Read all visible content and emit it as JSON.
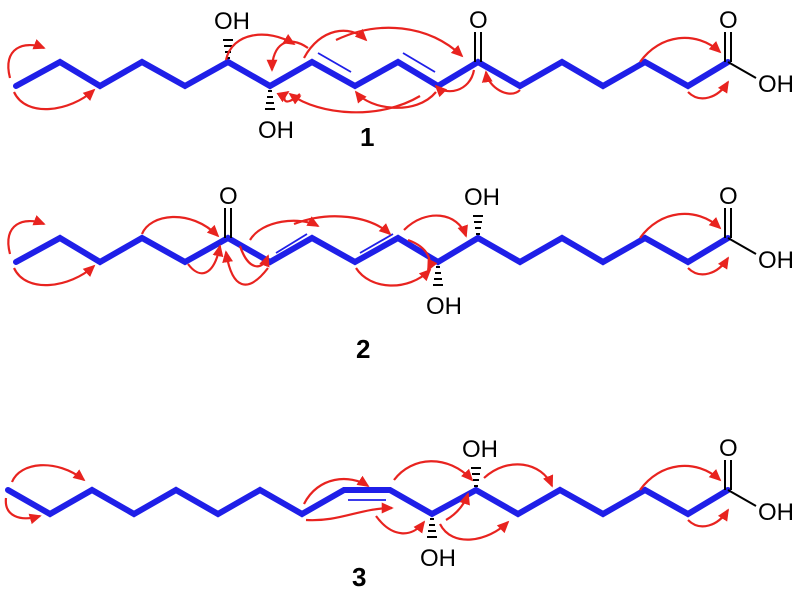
{
  "colors": {
    "backbone": "#1f1fe8",
    "correlation_arrow": "#e8231f",
    "bond_line": "#000000",
    "background": "#ffffff"
  },
  "compounds": [
    {
      "number": "1",
      "labels": {
        "hydroxyl_top": "OH",
        "hydroxyl_bottom": "OH",
        "ketone_oxygen": "O",
        "acid_carbonyl_oxygen": "O",
        "acid_hydroxyl": "OH"
      }
    },
    {
      "number": "2",
      "labels": {
        "ketone_oxygen": "O",
        "hydroxyl_top": "OH",
        "hydroxyl_bottom": "OH",
        "acid_carbonyl_oxygen": "O",
        "acid_hydroxyl": "OH"
      }
    },
    {
      "number": "3",
      "labels": {
        "hydroxyl_top": "OH",
        "hydroxyl_bottom": "OH",
        "acid_carbonyl_oxygen": "O",
        "acid_hydroxyl": "OH"
      }
    }
  ]
}
